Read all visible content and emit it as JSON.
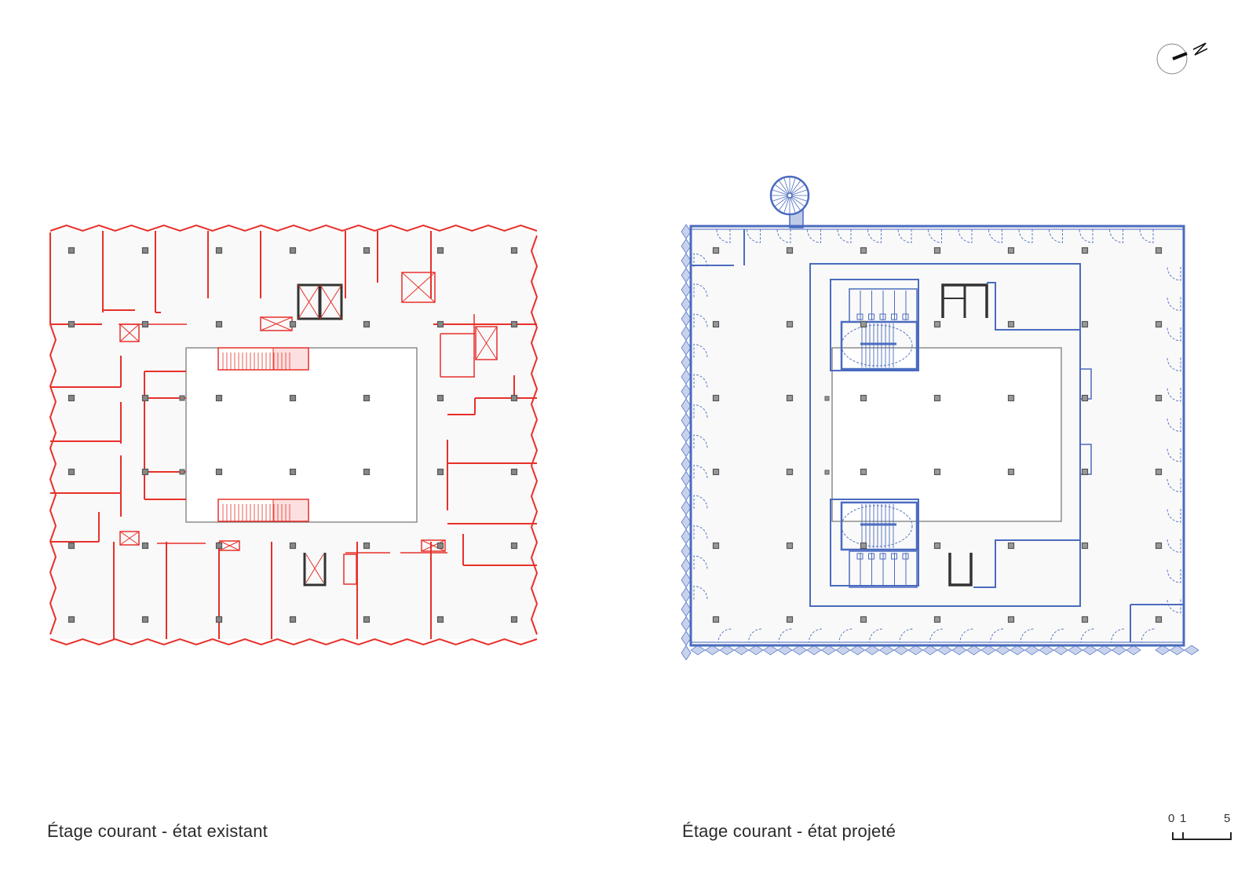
{
  "plans": [
    {
      "caption": "Étage courant - état existant",
      "color": "#e8302a"
    },
    {
      "caption": "Étage courant - état projeté",
      "color": "#4a6bbf"
    }
  ],
  "column_color": "#555555",
  "north_arrow": {
    "icon": "north-arrow-icon",
    "label": "N"
  },
  "scale_bar": {
    "labels": [
      "0",
      "1",
      "5"
    ]
  }
}
